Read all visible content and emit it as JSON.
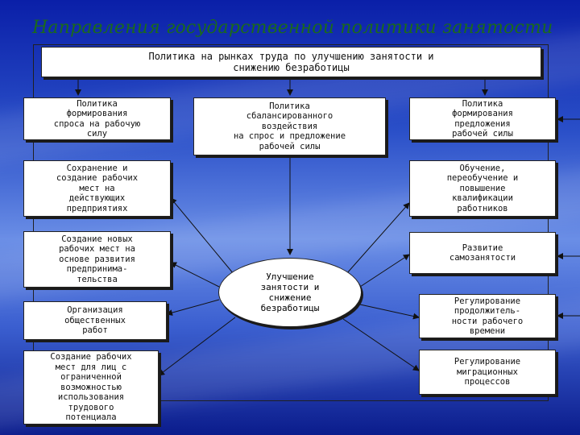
{
  "title": "Направления государственной политики занятости",
  "diagram": {
    "top": "Политика на рынках труда по улучшению занятости и\nснижению безработицы",
    "left_policy": "Политика\nформирования\nспроса на рабочую\nсилу",
    "center_policy": "Политика\nсбалансированного\nвоздействия\nна спрос и предложение\nрабочей силы",
    "right_policy": "Политика\nформирования\nпредложения\nрабочей силы",
    "center": "Улучшение\nзанятости и\nснижение\nбезработицы",
    "left_items": [
      "Сохранение и\nсоздание рабочих\nмест на\nдействующих\nпредприятиях",
      "Создание новых\nрабочих мест на\nоснове развития\nпредпринима-\nтельства",
      "Организация\nобщественных\nработ",
      "Создание рабочих\nмест для лиц с\nограниченной\nвозможностью\nиспользования\nтрудового\nпотенциала"
    ],
    "right_items": [
      "Обучение,\nпереобучение и\nповышение\nквалификации\nработников",
      "Развитие\nсамозанятости",
      "Регулирование\nпродолжитель-\nности рабочего\nвремени",
      "Регулирование\nмиграционных\nпроцессов"
    ]
  }
}
